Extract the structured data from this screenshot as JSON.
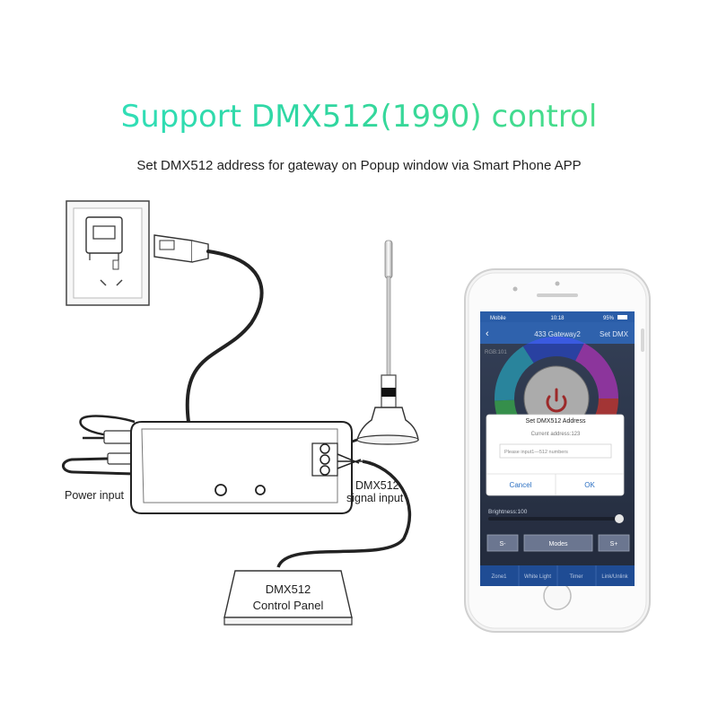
{
  "header": {
    "title": "Support DMX512(1990) control",
    "subtitle": "Set DMX512 address for gateway on Popup window via Smart Phone APP"
  },
  "diagram": {
    "power_input_label": "Power input",
    "dmx_signal_label_line1": "DMX512",
    "dmx_signal_label_line2": "signal input",
    "control_panel_line1": "DMX512",
    "control_panel_line2": "Control Panel"
  },
  "phone": {
    "status": {
      "carrier": "Mobile",
      "time": "10:18",
      "battery": "95%"
    },
    "nav": {
      "title": "433 Gateway2",
      "action": "Set DMX"
    },
    "rgb_label": "RGB:101",
    "brightness_label": "Brightness:100",
    "dialog": {
      "title": "Set DMX512 Address",
      "current": "Current address:123",
      "placeholder": "Please input1—512 numbers",
      "cancel": "Cancel",
      "ok": "OK"
    },
    "mode_row": {
      "minus": "S-",
      "modes": "Modes",
      "plus": "S+"
    },
    "tabs": [
      "Zone1",
      "White Light",
      "Timer",
      "Link/Unlink"
    ]
  },
  "colors": {
    "title_gradient_start": "#32e3c4",
    "title_gradient_end": "#56e07e",
    "app_blue": "#2a5da8",
    "app_dark": "#3d4b66",
    "dialog_button": "#2b6fc2"
  }
}
